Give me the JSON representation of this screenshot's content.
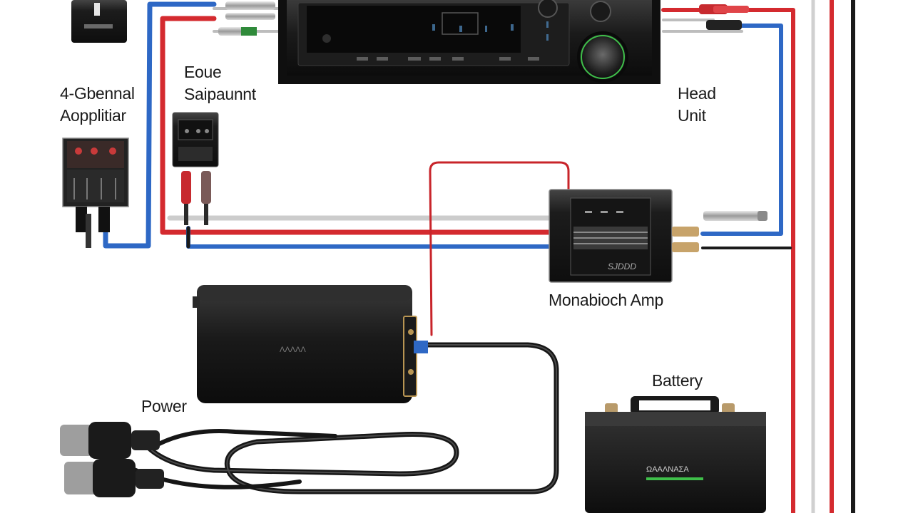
{
  "labels": {
    "four_channel_amp": [
      "4-Gbennal",
      "Aopplitiar"
    ],
    "bone_subwoofer": [
      "Eoue",
      "Saipaunnt"
    ],
    "head_unit": [
      "Head",
      "Unit"
    ],
    "monoblock_amp": "Monabioch Amp",
    "battery": "Battery",
    "power": "Power"
  },
  "device_text": {
    "monoblock_badge": "SJDDD",
    "power_brand": "ΛΛΛΛΛ",
    "battery_brand": "ΩΑΑΛΝΑΣΑ"
  },
  "colors": {
    "power_wire": "#d42a2f",
    "signal_wire": "#2e68c5",
    "ground_wire": "#1a1a1a",
    "grey_wire": "#c9c9c9",
    "device_body": "#151515",
    "label_text": "#1b1b1b",
    "knob_ring": "#3fbf4a"
  }
}
